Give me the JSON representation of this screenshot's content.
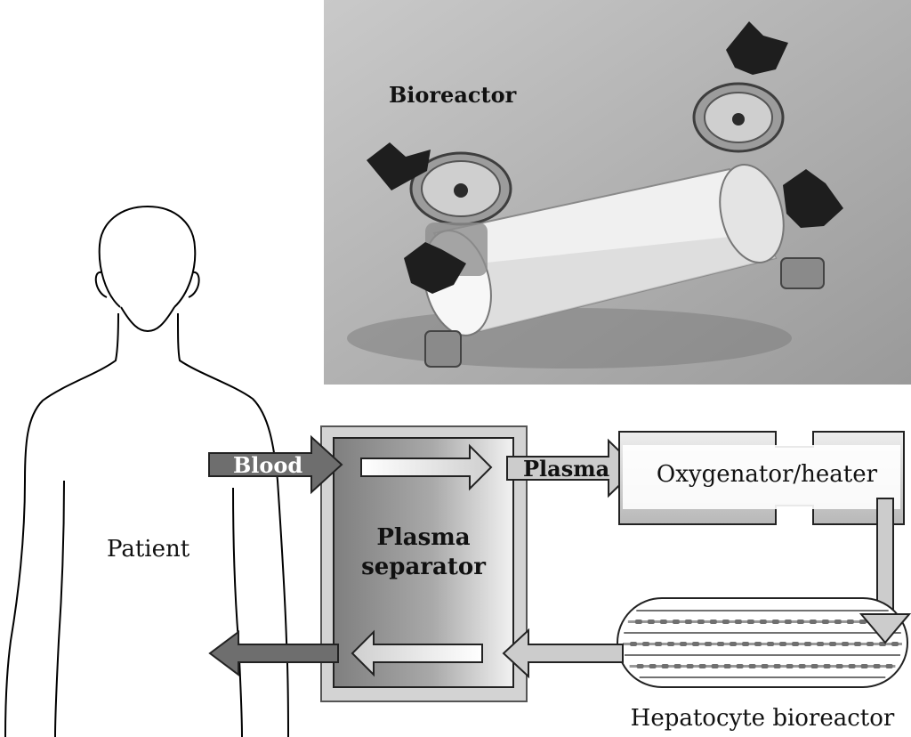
{
  "photo": {
    "caption": "Bioreactor"
  },
  "diagram": {
    "patient_label": "Patient",
    "blood_label": "Blood",
    "plasma_label": "Plasma",
    "separator_line1": "Plasma",
    "separator_line2": "separator",
    "oxygenator_label": "Oxygenator/heater",
    "bioreactor_label": "Hepatocyte bioreactor"
  }
}
